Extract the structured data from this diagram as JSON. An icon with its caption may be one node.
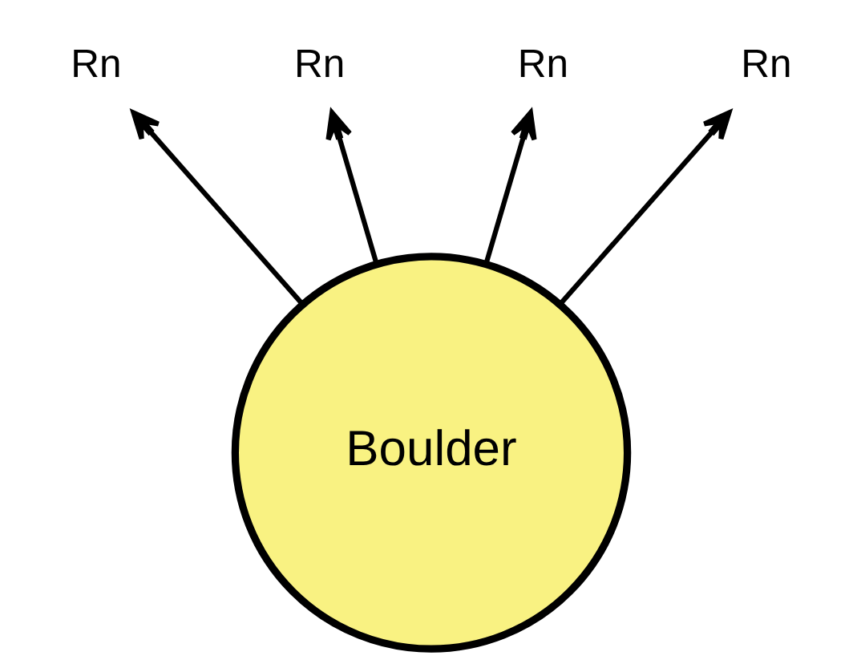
{
  "diagram": {
    "nodes": [
      {
        "text": [
          "Boulder"
        ]
      },
      {
        "text": [
          "Rn"
        ]
      },
      {
        "text": [
          "Rn"
        ]
      },
      {
        "text": [
          "Rn"
        ]
      },
      {
        "text": [
          "Rn"
        ]
      }
    ],
    "edges": [
      {
        "from": 0,
        "to": 1,
        "arrow": "to"
      },
      {
        "from": 0,
        "to": 2,
        "arrow": "to"
      },
      {
        "from": 0,
        "to": 3,
        "arrow": "to"
      },
      {
        "from": 0,
        "to": 4,
        "arrow": "to"
      }
    ]
  }
}
